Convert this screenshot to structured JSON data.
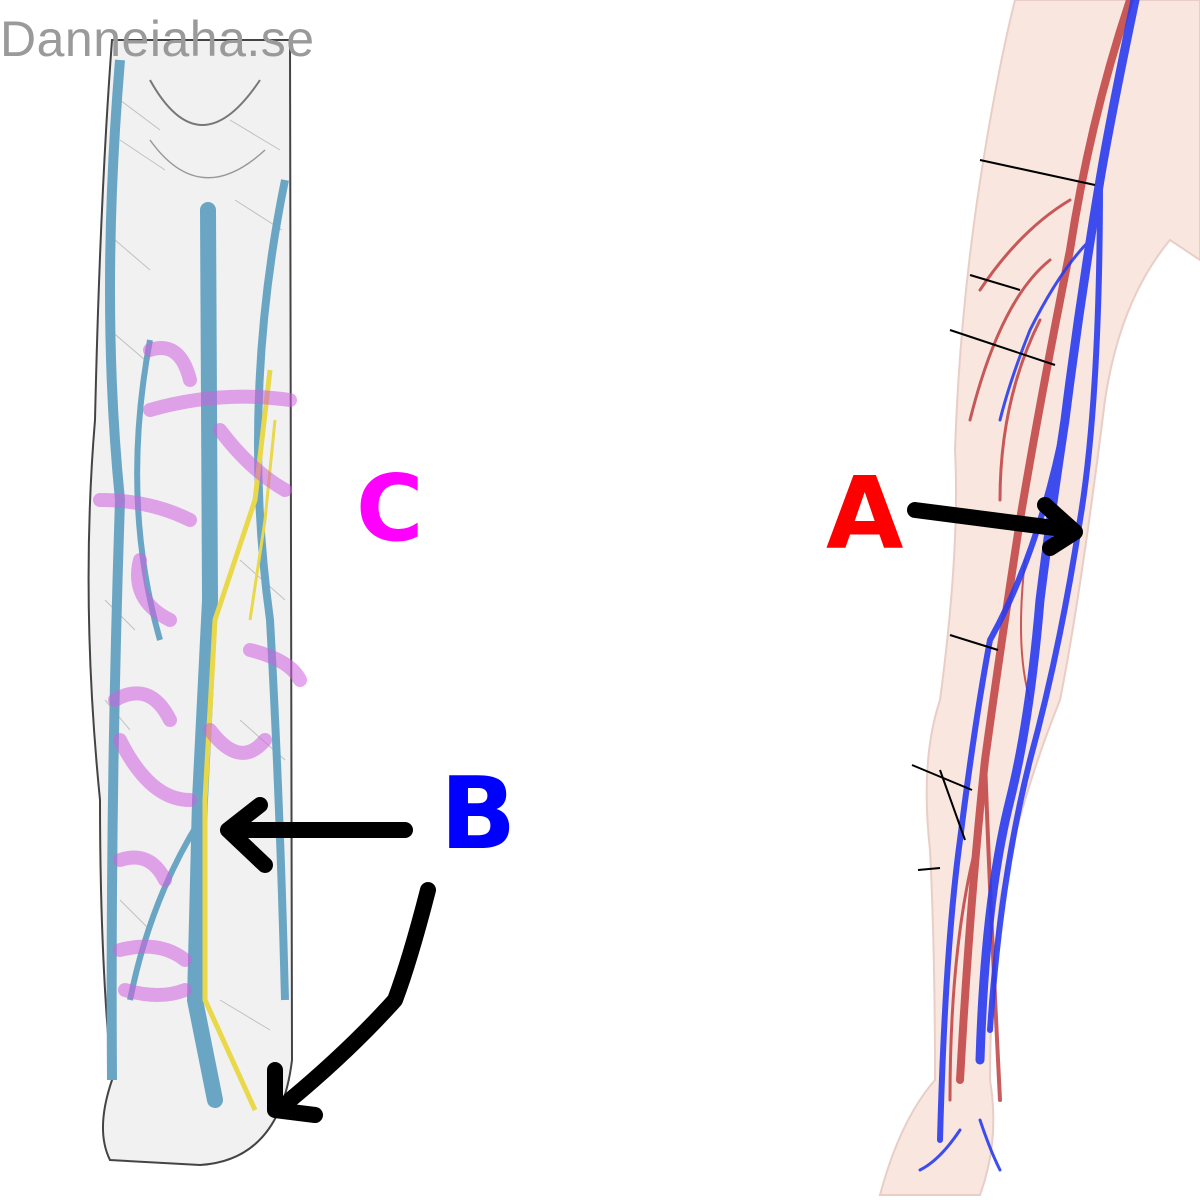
{
  "watermark": "Danneiaha.se",
  "labels": {
    "a": {
      "text": "A",
      "color": "#ff0000"
    },
    "b": {
      "text": "B",
      "color": "#0000ff"
    },
    "c": {
      "text": "C",
      "color": "#ff00ff"
    }
  },
  "colors": {
    "gray_vein": "#6aa6c4",
    "deep_vein": "#2a3cf0",
    "artery": "#c04040",
    "nerve": "#e8d84a",
    "highlight": "#d060e0",
    "skin": "#f8e4dc",
    "arrow": "#000000"
  },
  "figures": [
    {
      "name": "posterior-leg-engraving",
      "icon": "gray-anatomy-illustration"
    },
    {
      "name": "leg-vascular-diagram",
      "icon": "3d-anatomy-render"
    }
  ]
}
